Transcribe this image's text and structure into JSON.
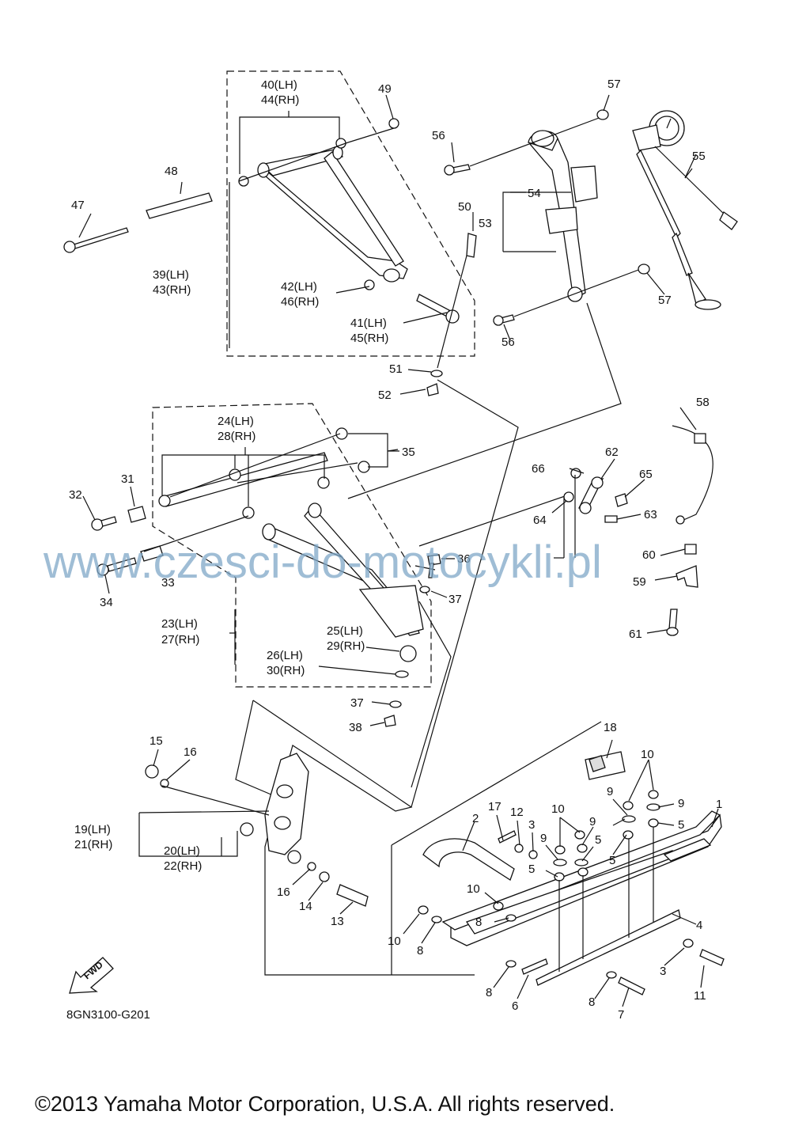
{
  "diagram": {
    "code": "8GN3100-G201",
    "copyright": "©2013 Yamaha Motor Corporation, U.S.A. All rights reserved.",
    "watermark": "www.czesci-do-motocykli.pl",
    "fwd_label": "FWD"
  },
  "labels": {
    "p1": "1",
    "p2": "2",
    "p3a": "3",
    "p3b": "3",
    "p4": "4",
    "p5a": "5",
    "p5b": "5",
    "p5c": "5",
    "p5d": "5",
    "p6": "6",
    "p7": "7",
    "p8a": "8",
    "p8b": "8",
    "p8c": "8",
    "p8d": "8",
    "p9a": "9",
    "p9b": "9",
    "p9c": "9",
    "p9d": "9",
    "p10a": "10",
    "p10b": "10",
    "p10c": "10",
    "p10d": "10",
    "p11": "11",
    "p12": "12",
    "p13": "13",
    "p14": "14",
    "p15": "15",
    "p16a": "16",
    "p16b": "16",
    "p17": "17",
    "p18": "18",
    "p19": "19(LH)",
    "p21": "21(RH)",
    "p20": "20(LH)",
    "p22": "22(RH)",
    "p23": "23(LH)",
    "p27": "27(RH)",
    "p24": "24(LH)",
    "p28": "28(RH)",
    "p25": "25(LH)",
    "p29": "29(RH)",
    "p26": "26(LH)",
    "p30": "30(RH)",
    "p31": "31",
    "p32": "32",
    "p33": "33",
    "p34": "34",
    "p35": "35",
    "p36": "36",
    "p37a": "37",
    "p37b": "37",
    "p38": "38",
    "p39": "39(LH)",
    "p43": "43(RH)",
    "p40": "40(LH)",
    "p44": "44(RH)",
    "p41": "41(LH)",
    "p45": "45(RH)",
    "p42": "42(LH)",
    "p46": "46(RH)",
    "p47": "47",
    "p48": "48",
    "p49": "49",
    "p50": "50",
    "p51": "51",
    "p52": "52",
    "p53": "53",
    "p54": "54",
    "p55": "55",
    "p56a": "56",
    "p56b": "56",
    "p57a": "57",
    "p57b": "57",
    "p58": "58",
    "p59": "59",
    "p60": "60",
    "p61": "61",
    "p62": "62",
    "p63": "63",
    "p64": "64",
    "p65": "65",
    "p66": "66"
  }
}
